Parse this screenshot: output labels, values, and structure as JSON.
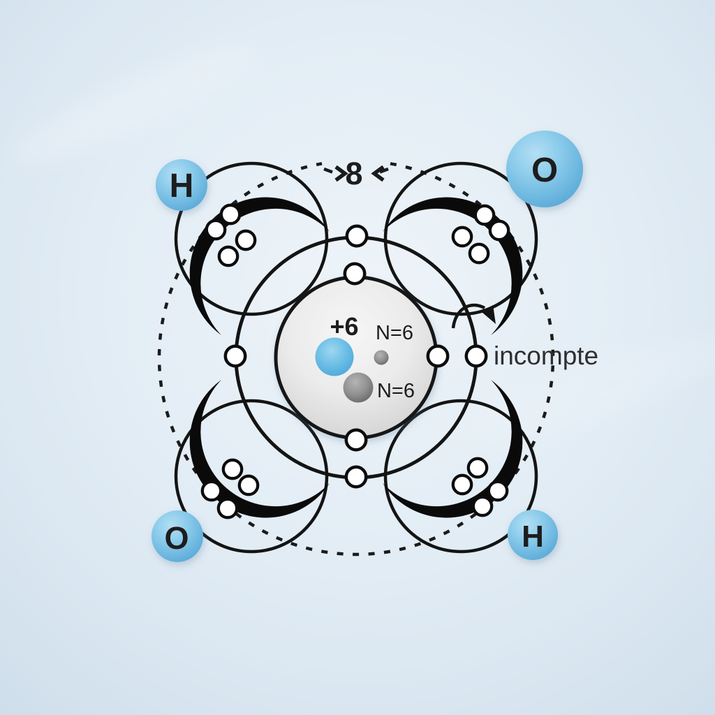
{
  "diagram": {
    "octet_label": "8",
    "annotation_label": "incompte",
    "nucleus": {
      "charge_label": "+6",
      "neutron_label_top": "N=6",
      "neutron_label_bottom": "N=6"
    },
    "atoms": [
      {
        "label": "H",
        "position": "top-left"
      },
      {
        "label": "O",
        "position": "top-right"
      },
      {
        "label": "O",
        "position": "bottom-left"
      },
      {
        "label": "H",
        "position": "bottom-right"
      }
    ],
    "electron_counts": {
      "inner_shell": 3,
      "outer_shell": 4,
      "per_corner_bond_group": 4
    },
    "colors": {
      "background": "#dde9f2",
      "atom_fill": "#6ab4df",
      "proton_fill": "#58b0e0",
      "neutron_fill": "#7a7a7a",
      "nucleus_fill": "#e3e3e3",
      "line": "#141414",
      "text": "#1d1d1d"
    }
  }
}
